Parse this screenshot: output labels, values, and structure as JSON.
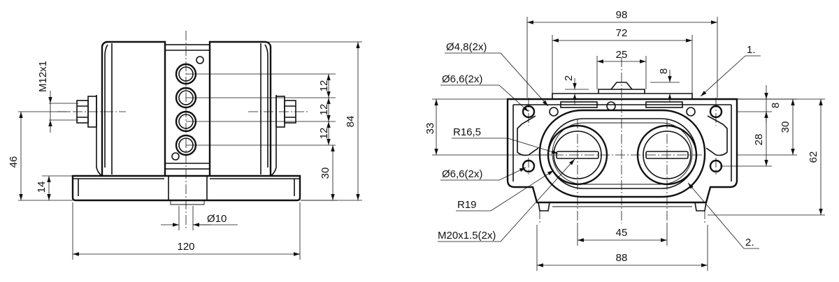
{
  "left_view": {
    "dims": {
      "thread": "M12x1",
      "height_46": "46",
      "height_14": "14",
      "pitch_a": "12",
      "pitch_b": "12",
      "pitch_c": "12",
      "height_30": "30",
      "height_84": "84",
      "diameter_10": "Ø10",
      "width_120": "120"
    }
  },
  "right_view": {
    "dims": {
      "width_98": "98",
      "width_72": "72",
      "width_25": "25",
      "gap_2": "2",
      "gap_8_top": "8",
      "hole_48": "Ø4,8(2x)",
      "hole_66_top": "Ø6,6(2x)",
      "hole_66_bottom": "Ø6,6(2x)",
      "radius_165": "R16,5",
      "radius_19": "R19",
      "thread_m20": "M20x1.5(2x)",
      "height_33": "33",
      "right_8": "8",
      "right_28": "28",
      "right_30": "30",
      "right_62": "62",
      "spacing_45": "45",
      "width_88": "88"
    },
    "callouts": {
      "one": "1.",
      "two": "2."
    }
  }
}
